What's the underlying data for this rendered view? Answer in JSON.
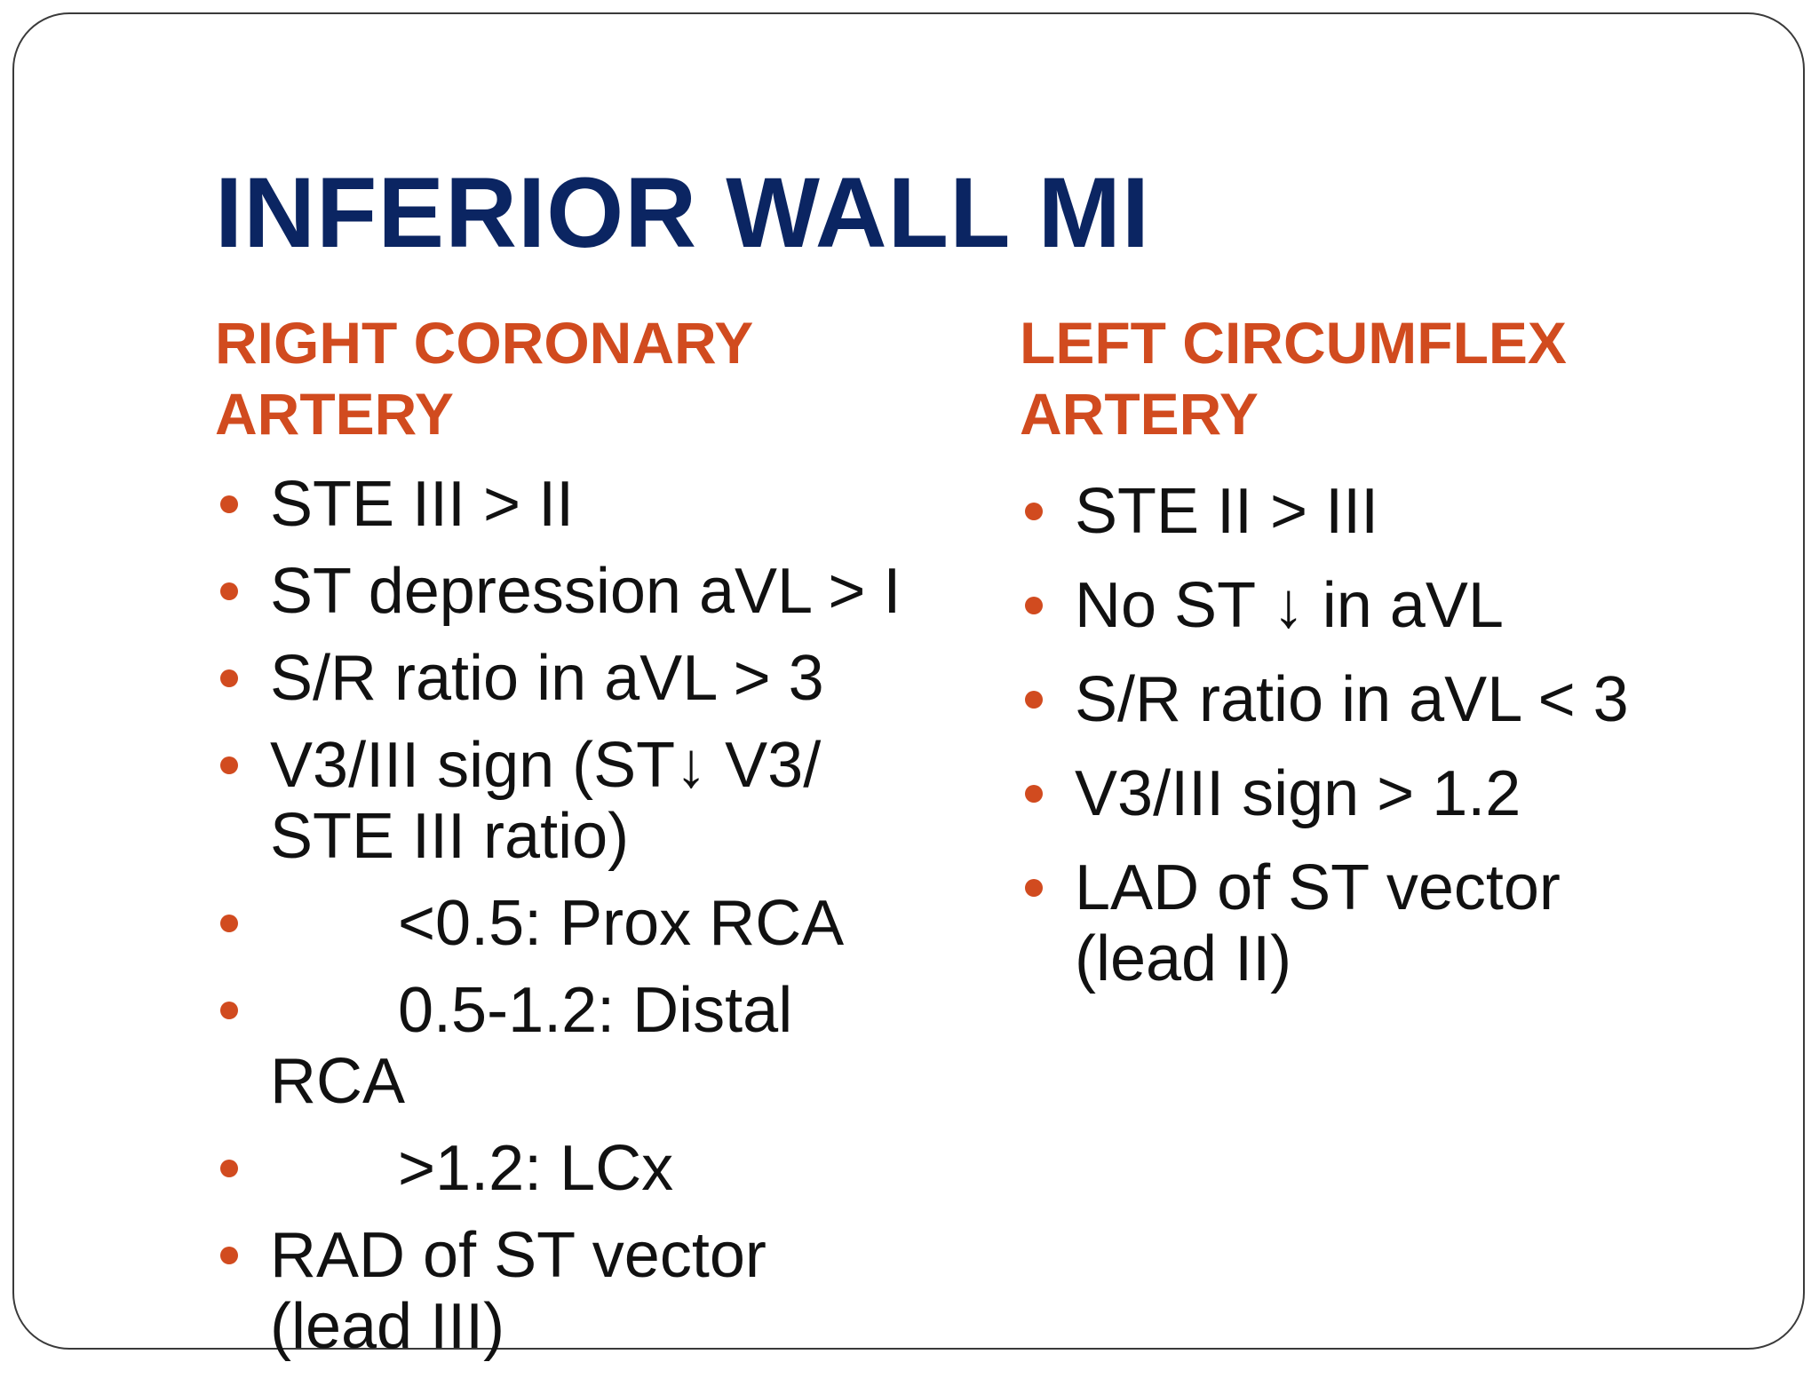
{
  "slide": {
    "title": "INFERIOR WALL MI",
    "accent_color": "#d14b1f",
    "title_color": "#0b2562"
  },
  "left_column": {
    "heading": "RIGHT CORONARY\nARTERY",
    "items": [
      "STE III > II",
      "ST depression aVL > I",
      "S/R ratio in aVL > 3",
      "V3/III sign (ST↓ V3/\nSTE III ratio)",
      "<0.5: Prox RCA",
      "0.5-1.2: Distal\nRCA",
      ">1.2: LCx",
      "RAD of ST vector\n(lead III)"
    ]
  },
  "right_column": {
    "heading": "LEFT CIRCUMFLEX\nARTERY",
    "items": [
      "STE II > III",
      "No ST ↓ in aVL",
      "S/R ratio in aVL < 3",
      "V3/III sign > 1.2",
      "LAD of ST vector\n(lead II)"
    ]
  }
}
